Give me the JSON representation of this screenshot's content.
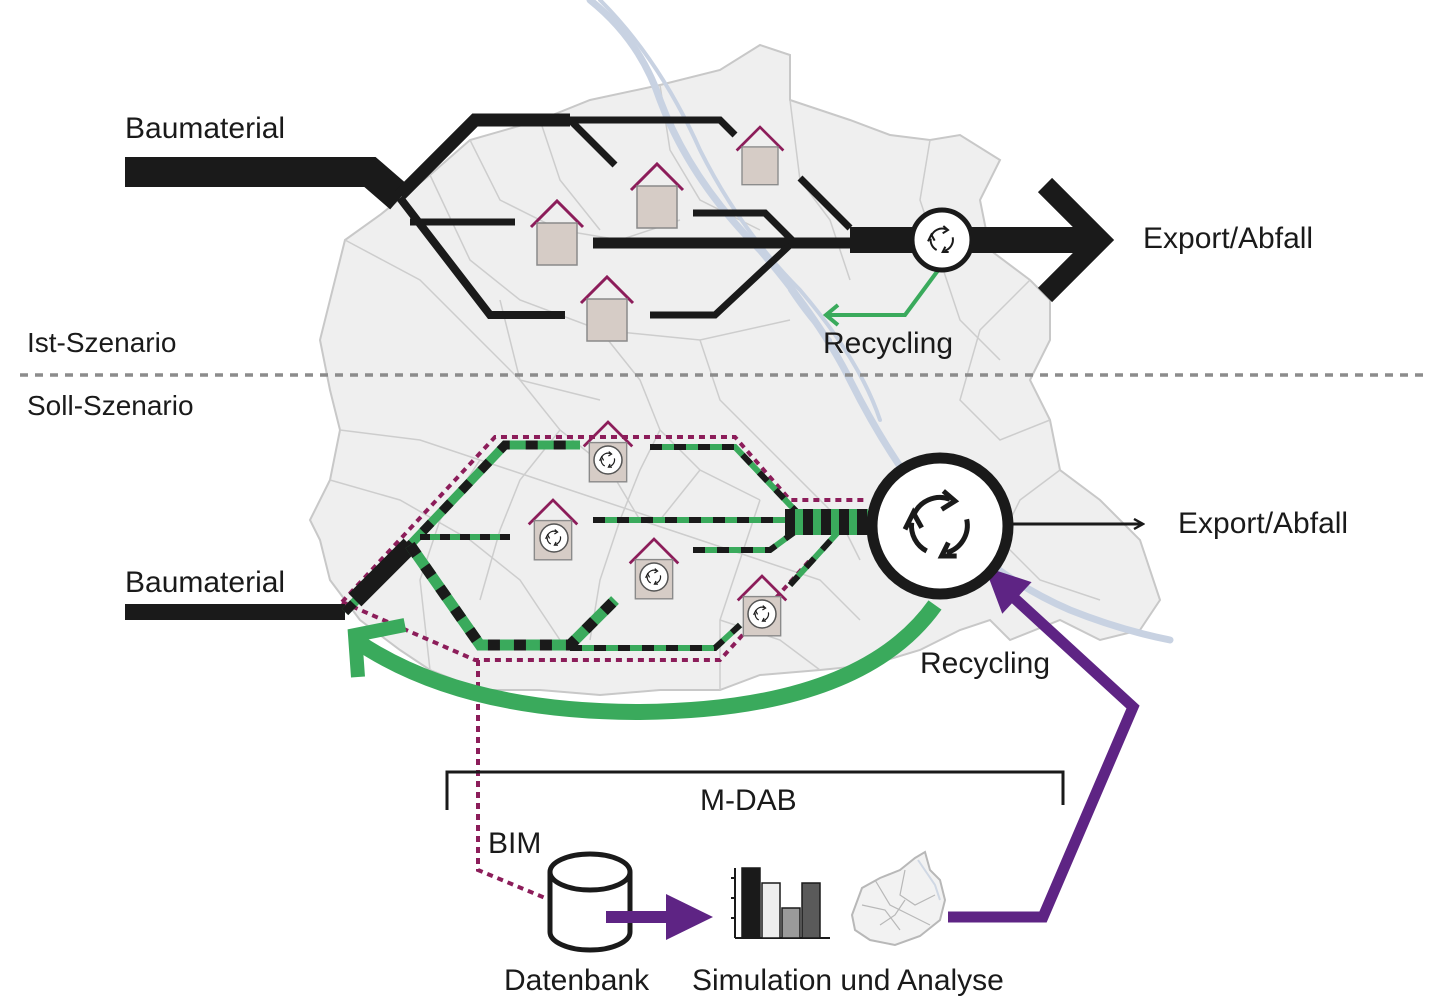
{
  "labels": {
    "baumaterial_top": "Baumaterial",
    "export_top": "Export/Abfall",
    "recycling_top": "Recycling",
    "ist_szenario": "Ist-Szenario",
    "soll_szenario": "Soll-Szenario",
    "baumaterial_bottom": "Baumaterial",
    "export_bottom": "Export/Abfall",
    "recycling_bottom": "Recycling",
    "mdab": "M-DAB",
    "bim": "BIM",
    "datenbank": "Datenbank",
    "simulation": "Simulation und Analyse"
  },
  "colors": {
    "flow_black": "#1a1a1a",
    "recycling_green": "#3aaa5c",
    "bim_magenta": "#8c1d5a",
    "data_purple": "#5e2484",
    "house_fill": "#d6ccc6",
    "map_fill": "#efefef",
    "map_stroke": "#c8c8c8",
    "river": "#c8d2e2",
    "divider": "#8c8c8c"
  },
  "icons": {
    "house": "house-icon",
    "recycle": "recycle-icon",
    "database": "database-icon",
    "bar_chart": "bar-chart-icon",
    "city_map": "city-map-icon"
  }
}
